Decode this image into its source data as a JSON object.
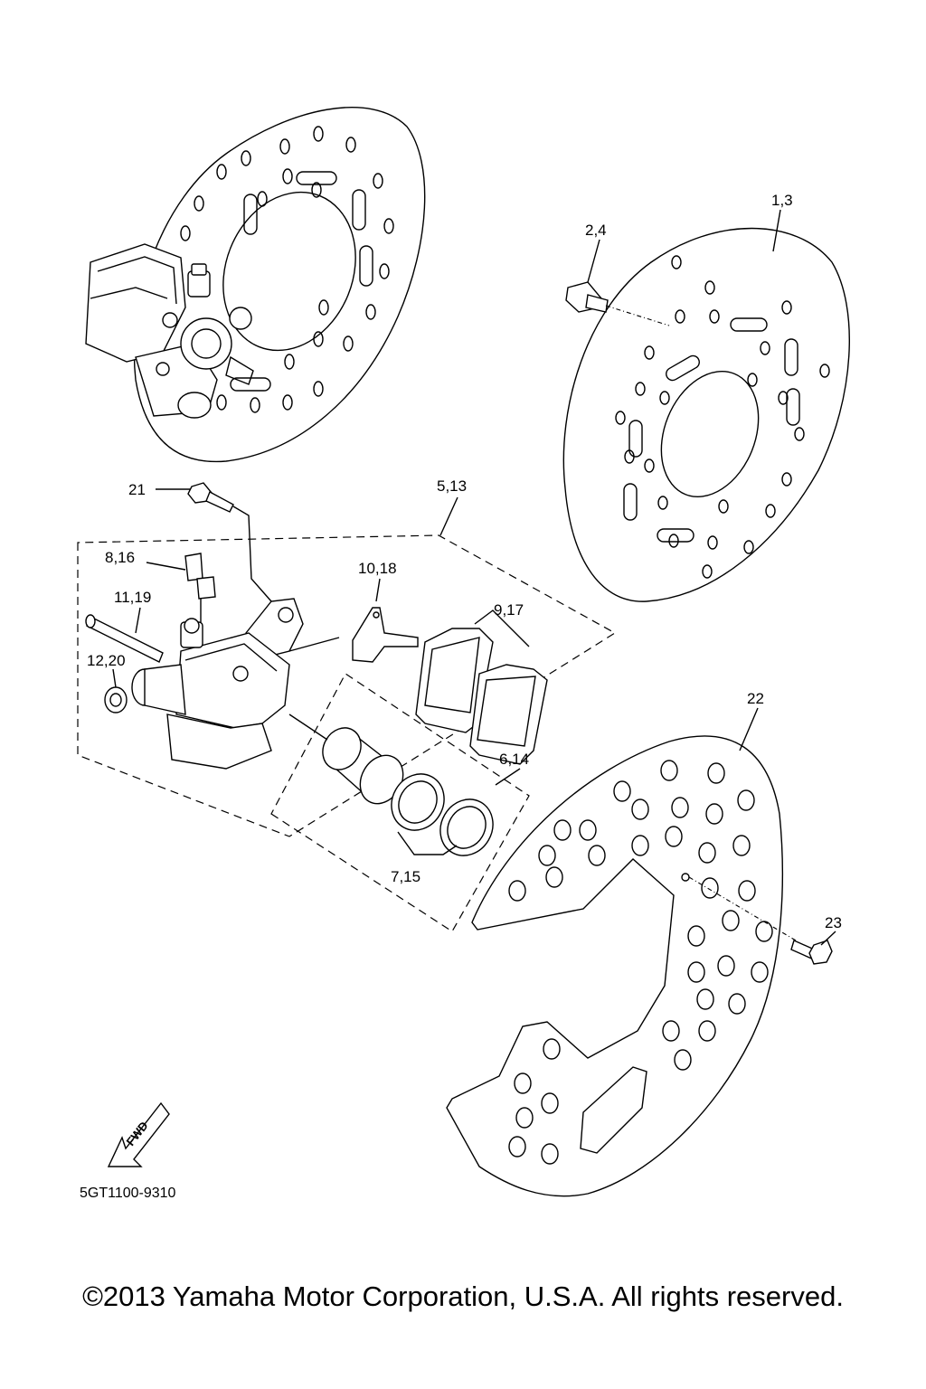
{
  "callouts": {
    "c1_3": "1,3",
    "c2_4": "2,4",
    "c5_13": "5,13",
    "c6_14": "6,14",
    "c7_15": "7,15",
    "c8_16": "8,16",
    "c9_17": "9,17",
    "c10_18": "10,18",
    "c11_19": "11,19",
    "c12_20": "12,20",
    "c21": "21",
    "c22": "22",
    "c23": "23"
  },
  "fwd_arrow": {
    "label": "FWD"
  },
  "diagram_code": "5GT1100-9310",
  "copyright": "©2013 Yamaha Motor Corporation, U.S.A. All rights reserved."
}
